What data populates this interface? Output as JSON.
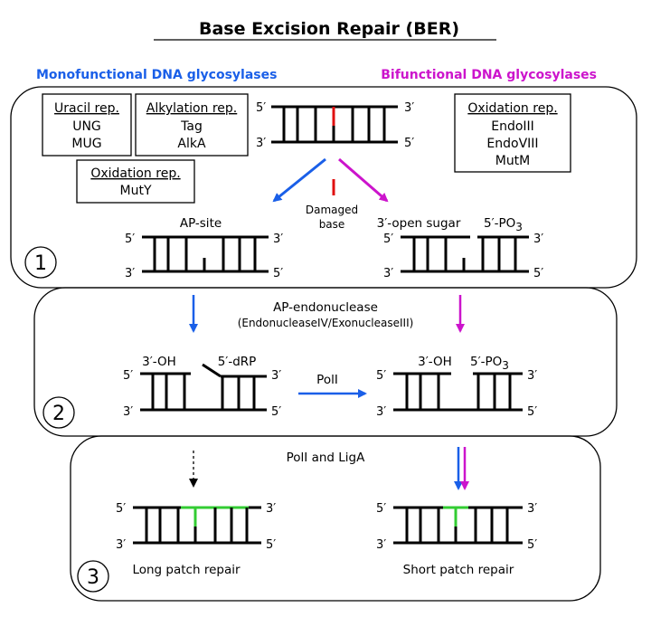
{
  "title": "Base Excision Repair (BER)",
  "headers": {
    "monofunctional": "Monofunctional DNA glycosylases",
    "bifunctional": "Bifunctional DNA glycosylases"
  },
  "colors": {
    "monofunctional": "#1a5fe8",
    "bifunctional": "#cc14cc",
    "damaged_base": "#e01010",
    "repair_patch": "#33cc33",
    "strand": "#000000"
  },
  "boxes": {
    "uracil": {
      "title": "Uracil rep.",
      "items": [
        "UNG",
        "MUG"
      ]
    },
    "alkylation": {
      "title": "Alkylation rep.",
      "items": [
        "Tag",
        "AlkA"
      ]
    },
    "oxidation_mono": {
      "title": "Oxidation rep.",
      "items": [
        "MutY"
      ]
    },
    "oxidation_bi": {
      "title": "Oxidation rep.",
      "items": [
        "EndoIII",
        "EndoVIII",
        "MutM"
      ]
    }
  },
  "ends": {
    "five": "5′",
    "three": "3′"
  },
  "labels": {
    "damaged_base_1": "Damaged",
    "damaged_base_2": "base",
    "ap_site": "AP-site",
    "open_sugar": "3′-open sugar",
    "po3_base": "5′-PO",
    "po3_sub": "3",
    "oh": "3′-OH",
    "drp": "5′-dRP",
    "ap_endo": "AP-endonuclease",
    "ap_endo_sub": "(EndonucleaseIV/ExonucleaseIII)",
    "pol1": "PolI",
    "pol_lig": "PolI and LigA",
    "long_patch": "Long patch repair",
    "short_patch": "Short patch repair"
  },
  "steps": [
    "1",
    "2",
    "3"
  ]
}
